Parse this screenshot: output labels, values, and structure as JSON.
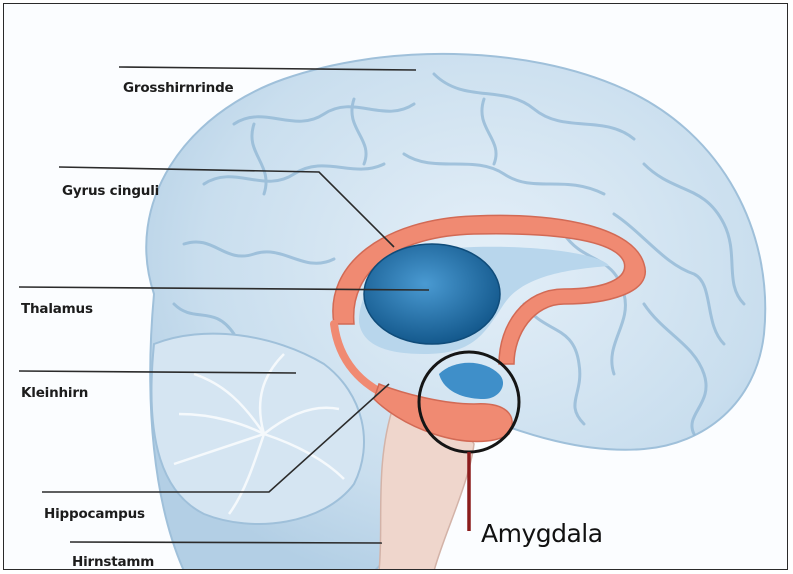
{
  "labels": {
    "grosshirnrinde": "Grosshirnrinde",
    "gyrus_cinguli": "Gyrus cinguli",
    "thalamus": "Thalamus",
    "kleinhirn": "Kleinhirn",
    "hippocampus": "Hippocampus",
    "hirnstamm": "Hirnstamm",
    "amygdala": "Amygdala"
  },
  "colors": {
    "brain_light": "#c9deee",
    "brain_fold": "#8fb6d4",
    "cingulate": "#f08a72",
    "thalamus": "#1f6fa8",
    "brainstem": "#efd6cc",
    "leader_line": "#2b2b2b",
    "amygdala_marker": "#8b1c1c"
  }
}
